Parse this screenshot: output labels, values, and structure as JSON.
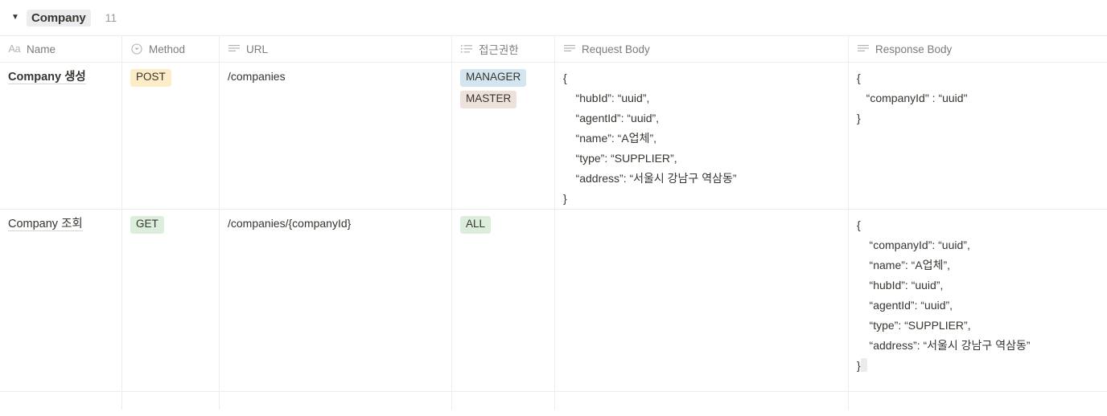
{
  "database": {
    "caret_icon": "triangle-down-icon",
    "title": "Company",
    "count": "11"
  },
  "columns": [
    {
      "key": "name",
      "label": "Name",
      "icon": "title-aa-icon",
      "icon_text": "Aa"
    },
    {
      "key": "method",
      "label": "Method",
      "icon": "select-circle-chevron-icon"
    },
    {
      "key": "url",
      "label": "URL",
      "icon": "text-lines-icon"
    },
    {
      "key": "auth",
      "label": "접근권한",
      "icon": "multi-select-list-icon"
    },
    {
      "key": "req",
      "label": "Request Body",
      "icon": "text-lines-icon"
    },
    {
      "key": "res",
      "label": "Response Body",
      "icon": "text-lines-icon"
    }
  ],
  "rows": [
    {
      "name": "Company 생성",
      "method": {
        "label": "POST",
        "color": "#fdecc8"
      },
      "url": "/companies",
      "auth": [
        {
          "label": "MANAGER",
          "color": "#d3e5ef"
        },
        {
          "label": "MASTER",
          "color": "#eee0da"
        }
      ],
      "request_body": "{\n    “hubId”: “uuid”,\n    “agentId”: “uuid”,\n    “name”: “A업체”,\n    “type”: “SUPPLIER”,\n    “address”: “서울시 강남구 역삼동”\n}",
      "response_body": "{\n   “companyId\" : “uuid\"\n}"
    },
    {
      "name": "Company 조회",
      "method": {
        "label": "GET",
        "color": "#dbeddb"
      },
      "url": "/companies/{companyId}",
      "auth": [
        {
          "label": "ALL",
          "color": "#dbeddb"
        }
      ],
      "request_body": "",
      "response_body": "{\n    “companyId”: “uuid”,\n    “name”: “A업체”,\n    “hubId”: “uuid”,\n    “agentId”: “uuid”,\n    “type”: “SUPPLIER”,\n    “address”: “서울시 강남구 역삼동”\n}"
    }
  ],
  "colors": {
    "text": "#37352f",
    "muted": "#7c7b77",
    "border": "#ecedec",
    "title_pill_bg": "#ebeced"
  }
}
